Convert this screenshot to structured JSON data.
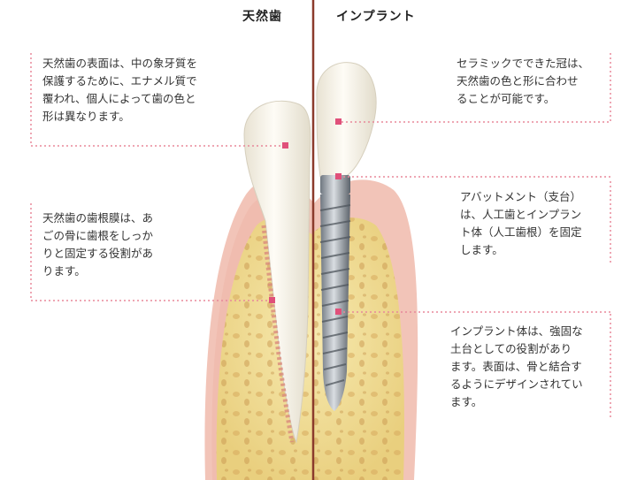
{
  "headings": {
    "natural": "天然歯",
    "implant": "インプラント"
  },
  "captions": {
    "natural_surface": "天然歯の表面は、中の象牙質を\n保護するために、エナメル質で\n覆われ、個人によって歯の色と\n形は異なります。",
    "natural_ligament": "天然歯の歯根膜は、あ\nごの骨に歯根をしっか\nりと固定する役割があ\nります。",
    "implant_crown": "セラミックでできた冠は、\n天然歯の色と形に合わせ\nることが可能です。",
    "implant_abutment": "アバットメント（支台）\nは、人工歯とインプラン\nト体（人工歯根）を固定\nします。",
    "implant_body": "インプラント体は、強固な\n土台としての役割があり\nます。表面は、骨と結合す\nるようにデザインされてい\nます。"
  },
  "colors": {
    "divider": "#8b3a2c",
    "leader": "#e8889a",
    "marker": "#e0507a",
    "gum": "#f2c4b8",
    "bone": "#f4e4a0",
    "tooth": "#fbf8ef"
  }
}
